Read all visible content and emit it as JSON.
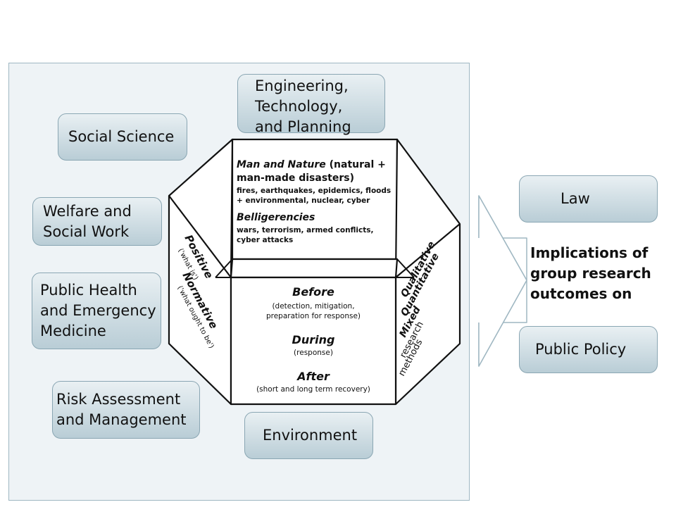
{
  "disciplines": {
    "social_science": "Social Science",
    "engineering": "Engineering,\nTechnology,\nand Planning",
    "welfare": "Welfare and\nSocial Work",
    "public_health": "Public Health\nand  Emergency\nMedicine",
    "risk": "Risk Assessment\nand Management",
    "environment": "Environment"
  },
  "outcomes": {
    "law": "Law",
    "public_policy": "Public Policy",
    "implications": "Implications of\ngroup research\noutcomes on"
  },
  "hazards": {
    "man_nature_title": "Man and Nature",
    "man_nature_rest": " (natural +",
    "man_nature_line2": "man-made disasters)",
    "examples_line1": "fires, earthquakes, epidemics, floods",
    "examples_line2": "+ environmental, nuclear, cyber",
    "belligerencies_title": "Belligerencies",
    "belligerencies_line1": "wars, terrorism, armed conflicts,",
    "belligerencies_line2": "cyber attacks"
  },
  "phases": {
    "before": "Before",
    "before_desc1": "(detection, mitigation,",
    "before_desc2": "preparation for response)",
    "during": "During",
    "during_desc": "(response)",
    "after": "After",
    "after_desc": "(short and long term recovery)"
  },
  "perspectives": {
    "positive": "Positive",
    "positive_desc": "('what is')",
    "normative": "Normative",
    "normative_desc": "('what ought to be')"
  },
  "methods": {
    "qualitative": "Qualitative",
    "quantitative": "Quantitative",
    "mixed": "Mixed",
    "research": "research",
    "methods": "methods"
  },
  "colors": {
    "panel_bg": "#eef3f6",
    "box_top": "#e9f0f3",
    "box_bottom": "#b9cdd6",
    "outline": "#111111"
  }
}
